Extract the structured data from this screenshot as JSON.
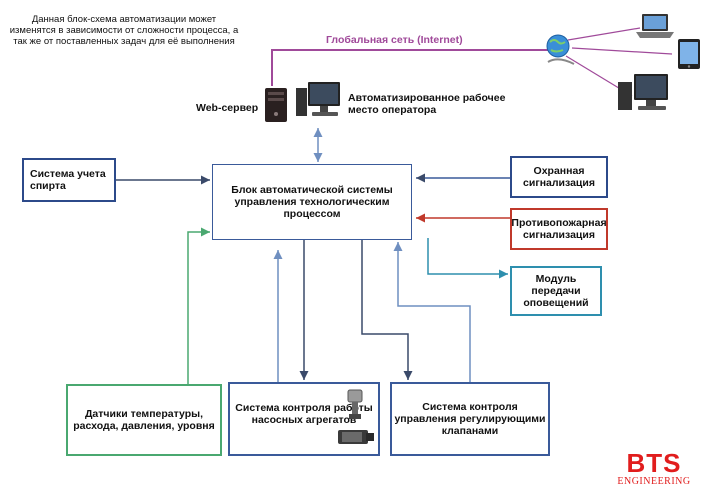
{
  "note": "Данная блок-схема автоматизации может изменятся в зависимости от сложности процесса, а так же от поставленных задач для её выполнения",
  "internet_label": "Глобальная сеть (Internet)",
  "web_server_label": "Web-сервер",
  "operator_workplace_label": "Автоматизированное рабочее место оператора",
  "central_block": "Блок автоматической системы управления технологическим процессом",
  "left_box": "Система учета спирта",
  "right_boxes": {
    "security": "Охранная сигнализация",
    "fire": "Противопожарная сигнализация",
    "notify": "Модуль передачи оповещений"
  },
  "bottom_boxes": {
    "sensors": "Датчики температуры, расхода, давления, уровня",
    "pumps": "Система контроля работы насосных агрегатов",
    "valves": "Система контроля управления регулирующими клапанами"
  },
  "logo": {
    "main": "BTS",
    "sub": "ENGINEERING"
  },
  "colors": {
    "internet_line": "#a04a9a",
    "box_blue": "#2c4a8a",
    "box_red": "#c0392b",
    "box_teal": "#2e8fae",
    "box_green": "#4aa870",
    "arrow_blue": "#6f8fc0",
    "arrow_dark": "#3a4a6a",
    "logo_red": "#e11d1d"
  }
}
